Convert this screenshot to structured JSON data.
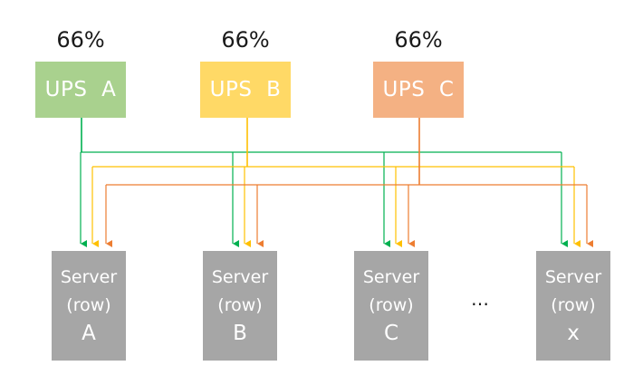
{
  "ups_units": [
    {
      "id": "A",
      "label": "UPS  A",
      "load": "66%",
      "color": "#a9d18e",
      "wire_color": "#00b050"
    },
    {
      "id": "B",
      "label": "UPS  B",
      "load": "66%",
      "color": "#ffd966",
      "wire_color": "#ffc000"
    },
    {
      "id": "C",
      "label": "UPS  C",
      "load": "66%",
      "color": "#f4b183",
      "wire_color": "#ed7d31"
    }
  ],
  "servers": [
    {
      "id": "A",
      "line1": "Server",
      "line2": "(row)",
      "line3": "A"
    },
    {
      "id": "B",
      "line1": "Server",
      "line2": "(row)",
      "line3": "B"
    },
    {
      "id": "C",
      "line1": "Server",
      "line2": "(row)",
      "line3": "C"
    },
    {
      "id": "x",
      "line1": "Server",
      "line2": "(row)",
      "line3": "x"
    }
  ],
  "ellipsis": "…",
  "colors": {
    "server_fill": "#a6a6a6",
    "text": "#1a1a1a"
  }
}
